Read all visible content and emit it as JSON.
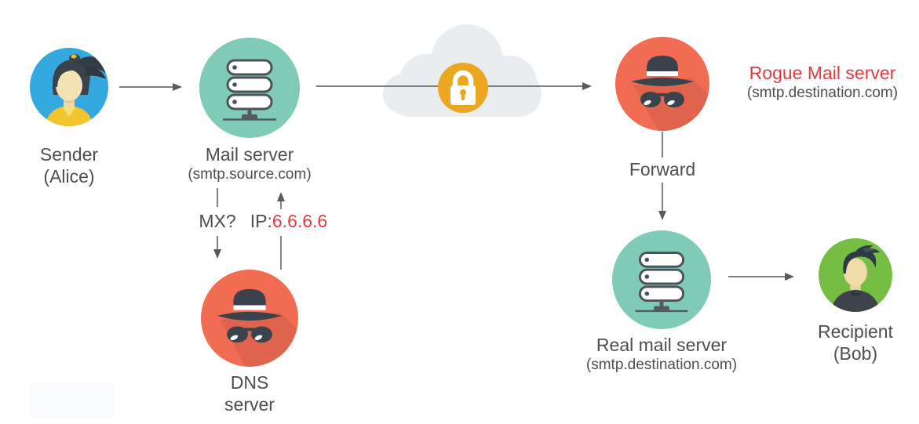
{
  "diagram": {
    "nodes": {
      "sender": {
        "title": "Sender",
        "subtitle": "(Alice)",
        "icon": "woman-avatar-icon"
      },
      "mail_server": {
        "title": "Mail server",
        "subtitle": "(smtp.source.com)",
        "icon": "server-icon"
      },
      "internet_cloud": {
        "icon": "cloud-icon"
      },
      "encryption_lock": {
        "icon": "padlock-icon"
      },
      "rogue_mail_server": {
        "title": "Rogue Mail server",
        "subtitle": "(smtp.destination.com)",
        "icon": "spy-icon"
      },
      "dns_server": {
        "title": "DNS",
        "subtitle": "server",
        "icon": "spy-icon"
      },
      "real_mail_server": {
        "title": "Real mail server",
        "subtitle": "(smtp.destination.com)",
        "icon": "server-icon"
      },
      "recipient": {
        "title": "Recipient",
        "subtitle": "(Bob)",
        "icon": "man-avatar-icon"
      }
    },
    "edges": {
      "sender_to_mail": {
        "label": ""
      },
      "mail_to_rogue": {
        "label": ""
      },
      "rogue_to_real": {
        "label": "Forward"
      },
      "mail_to_dns": {
        "label": "MX?"
      },
      "dns_to_mail": {
        "label_prefix": "IP:",
        "label_value": "6.6.6.6"
      },
      "real_to_recipient": {
        "label": ""
      }
    },
    "colors": {
      "sender_blue": "#33A9E0",
      "server_teal": "#80CBB8",
      "attacker_red": "#F26B53",
      "recipient_green": "#76BE43",
      "lock_gold": "#EBA71F",
      "cloud_gray": "#E9EDEF",
      "label_text": "#4D4E50",
      "alert_text_red": "#E23B3E",
      "arrow_gray": "#6A6C6E"
    }
  }
}
